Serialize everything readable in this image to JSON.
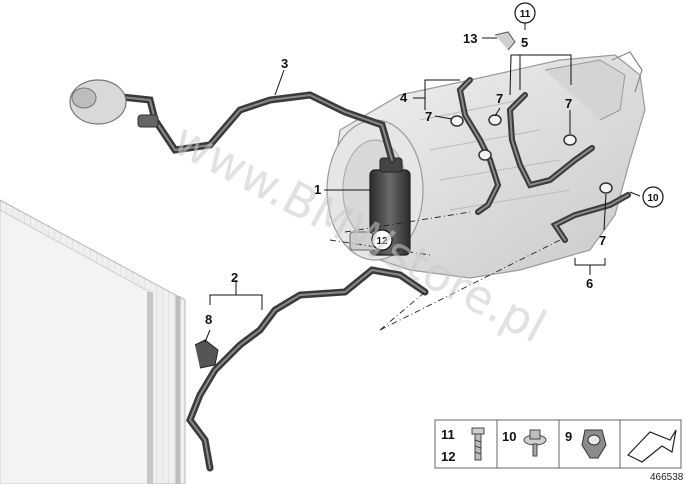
{
  "diagram": {
    "watermark": "www.BMWstore.pl",
    "diagram_id": "466538",
    "callouts": [
      {
        "id": "1",
        "label": "1",
        "circled": false
      },
      {
        "id": "2",
        "label": "2",
        "circled": false
      },
      {
        "id": "3",
        "label": "3",
        "circled": false
      },
      {
        "id": "4",
        "label": "4",
        "circled": false
      },
      {
        "id": "5",
        "label": "5",
        "circled": false
      },
      {
        "id": "6",
        "label": "6",
        "circled": false
      },
      {
        "id": "7a",
        "label": "7",
        "circled": false
      },
      {
        "id": "7b",
        "label": "7",
        "circled": false
      },
      {
        "id": "7c",
        "label": "7",
        "circled": false
      },
      {
        "id": "7d",
        "label": "7",
        "circled": false
      },
      {
        "id": "8",
        "label": "8",
        "circled": false
      },
      {
        "id": "10",
        "label": "10",
        "circled": true
      },
      {
        "id": "11",
        "label": "11",
        "circled": true
      },
      {
        "id": "12",
        "label": "12",
        "circled": true
      },
      {
        "id": "13",
        "label": "13",
        "circled": false
      }
    ],
    "legend": {
      "cell1": {
        "top": "11",
        "bottom": "12"
      },
      "cell2": {
        "label": "10"
      },
      "cell3": {
        "label": "9"
      }
    },
    "colors": {
      "hose": "#3a3a3a",
      "hose_highlight": "#8a8a8a",
      "housing": "#e2e2e2",
      "radiator": "#ededed",
      "line": "#111111"
    }
  }
}
